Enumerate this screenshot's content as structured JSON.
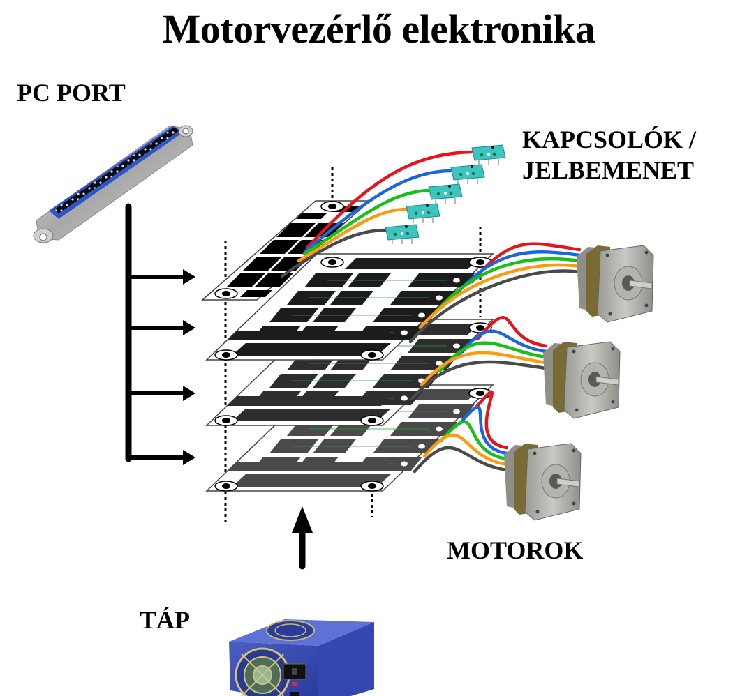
{
  "title": "Motorvezérlő elektronika",
  "labels": {
    "pc_port": "PC PORT",
    "switches_line1": "KAPCSOLÓK /",
    "switches_line2": "JELBEMENET",
    "motors": "MOTOROK",
    "psu": "TÁP"
  },
  "wire_colors": {
    "red": "#e8141b",
    "blue": "#1a66e0",
    "green": "#16c016",
    "orange": "#ff9a10",
    "gray": "#4a4a4a"
  },
  "components": {
    "switch_count": 5,
    "driver_board_count": 3,
    "motor_count": 3,
    "bus_arrow_count": 4
  },
  "icons": {
    "pc_port": "centronics-connector-icon",
    "switch": "microswitch-icon",
    "motor": "stepper-motor-icon",
    "psu": "power-supply-icon"
  }
}
